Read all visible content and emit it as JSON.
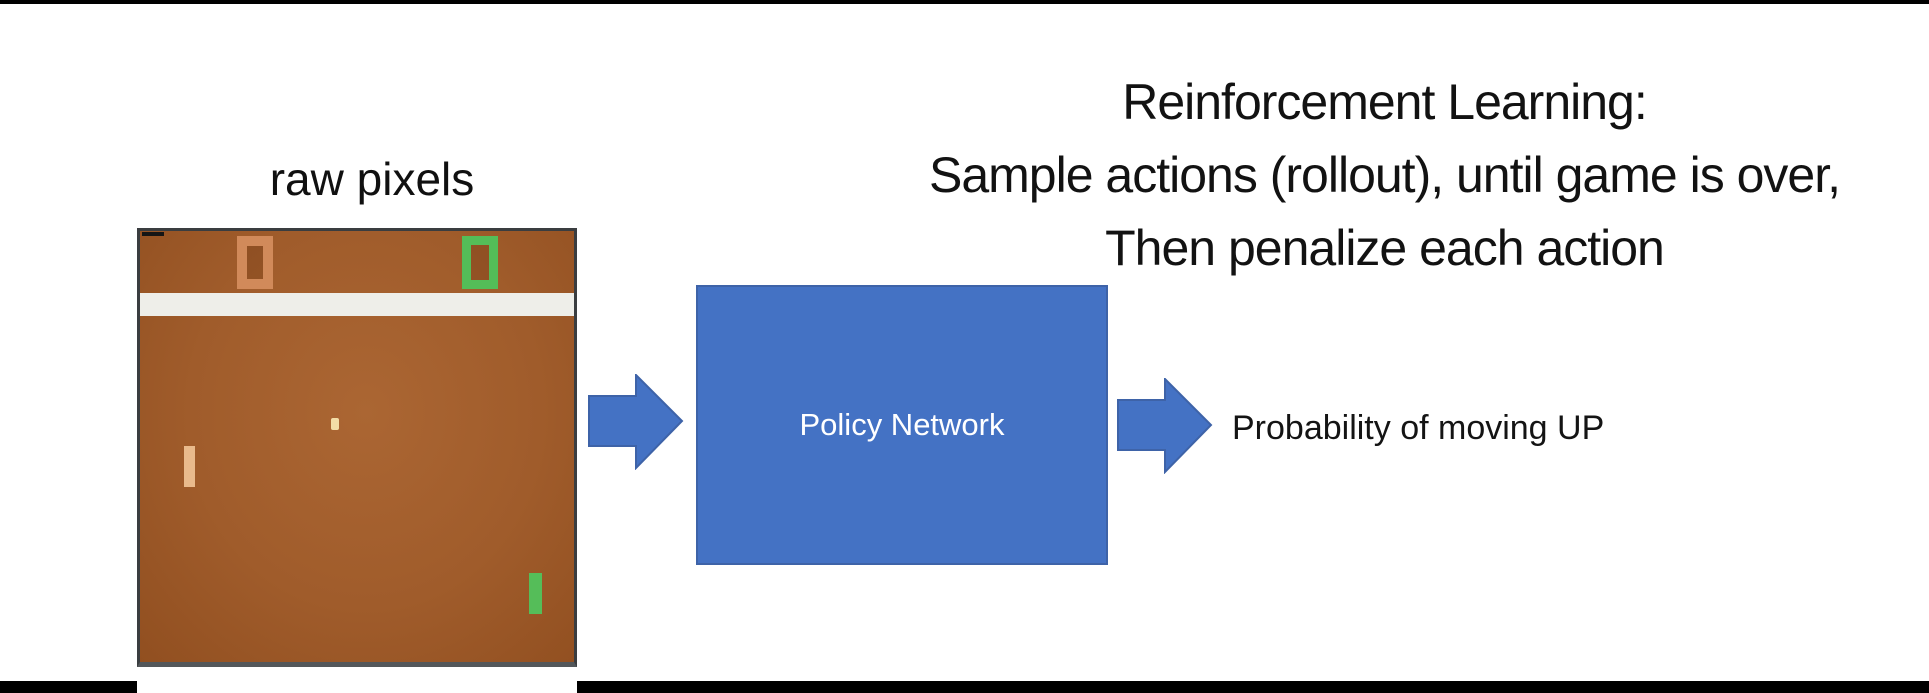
{
  "headline": {
    "line1": "Reinforcement Learning:",
    "line2": "Sample actions (rollout), until game is over,",
    "line3": "Then penalize each action"
  },
  "pipeline": {
    "input_label": "raw pixels",
    "box_label": "Policy Network",
    "output_label": "Probability of moving UP"
  },
  "game": {
    "left_score": "0",
    "right_score": "0"
  },
  "colors": {
    "accent_blue": "#4472c4",
    "blue_border": "#3e63a8",
    "field_brown": "#a05c2b",
    "orange_score": "#d18a5a",
    "green_score": "#54bd58",
    "paddle_tan": "#e9ba8c",
    "paddle_green": "#55bd59",
    "ball_cream": "#f3dda6",
    "band_white": "#eeeee9"
  }
}
